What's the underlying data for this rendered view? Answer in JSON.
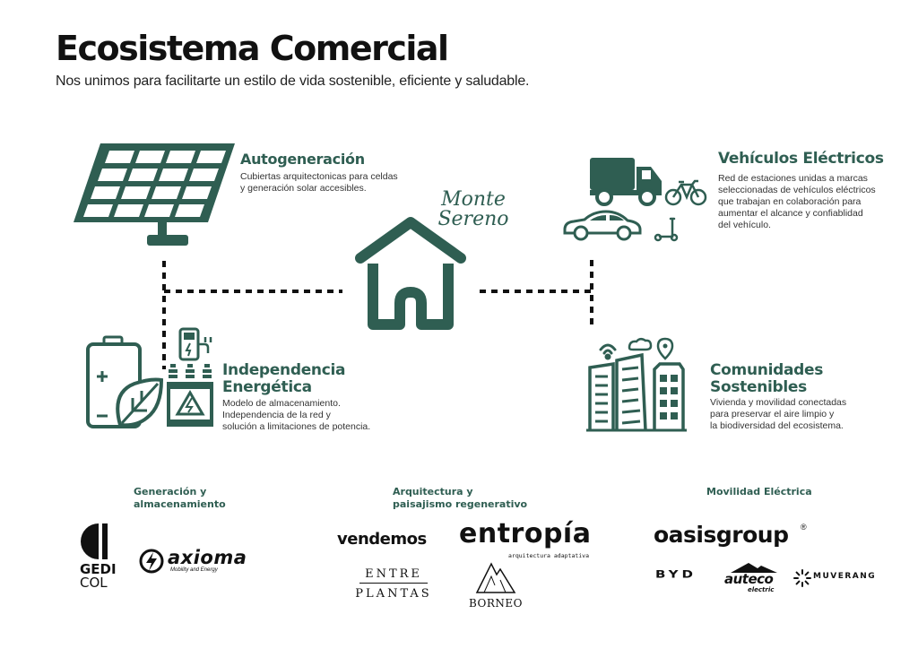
{
  "header": {
    "title": "Ecosistema Comercial",
    "subtitle": "Nos unimos para facilitarte un estilo de vida sostenible, eficiente y saludable."
  },
  "brand": {
    "line1": "Monte",
    "line2": "Sereno"
  },
  "features": {
    "autogeneracion": {
      "title": "Autogeneración",
      "desc1": "Cubiertas arquitectonicas para celdas",
      "desc2": "y generación solar accesibles."
    },
    "vehiculos": {
      "title": "Vehículos Eléctricos",
      "desc1": "Red de estaciones unidas a marcas",
      "desc2": "seleccionadas de vehículos eléctricos",
      "desc3": "que trabajan en colaboración para",
      "desc4": "aumentar el alcance y confiablidad",
      "desc5": "del vehículo."
    },
    "independencia": {
      "title1": "Independencia",
      "title2": "Energética",
      "desc1": "Modelo de almacenamiento.",
      "desc2": "Independencia de la red y",
      "desc3": "solución a limitaciones de potencia."
    },
    "comunidades": {
      "title1": "Comunidades",
      "title2": "Sostenibles",
      "desc1": "Vivienda y movilidad conectadas",
      "desc2": "para preservar el aire limpio y",
      "desc3": "la biodiversidad del ecosistema."
    }
  },
  "categories": {
    "generacion": {
      "line1": "Generación y",
      "line2": "almacenamiento"
    },
    "arquitectura": {
      "line1": "Arquitectura  y",
      "line2": "paisajismo regenerativo"
    },
    "movilidad": {
      "line1": "Movilidad Eléctrica"
    }
  },
  "logos": {
    "gedi": {
      "line1": "GEDI",
      "line2": "COL"
    },
    "axioma": {
      "name": "axioma",
      "tagline": "Mobility and Energy"
    },
    "vendemos": "vendemos",
    "entropia": {
      "name": "entropía",
      "tagline": "arquitectura adaptativa"
    },
    "entreplantas": {
      "line1": "ENTRE",
      "line2": "PLANTAS"
    },
    "borneo": "BORNEO",
    "oasisgroup": "oasisgroup",
    "byd": "BYD",
    "auteco": {
      "name": "auteco",
      "sub": "electric"
    },
    "muverang": "MUVERANG"
  },
  "colors": {
    "accent": "#2f5e52",
    "text": "#111111"
  },
  "icons": [
    "solar-panel-icon",
    "house-icon",
    "truck-icon",
    "bicycle-icon",
    "car-icon",
    "scooter-icon",
    "battery-leaf-icon",
    "charging-station-icon",
    "transformer-icon",
    "city-buildings-icon"
  ]
}
